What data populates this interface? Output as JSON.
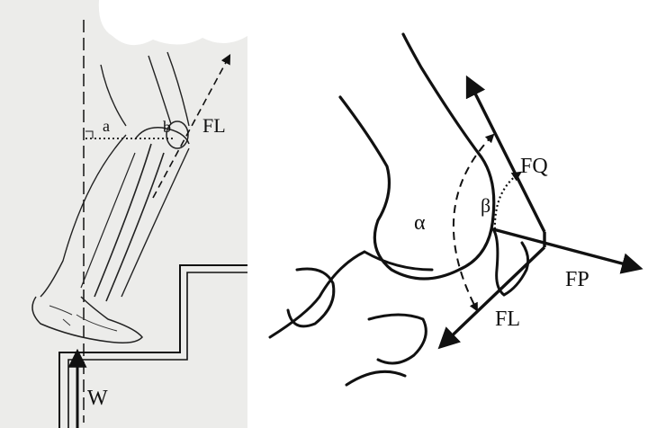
{
  "left_panel": {
    "labels": {
      "a": "a",
      "b": "b",
      "fl": "FL",
      "w": "W"
    }
  },
  "right_panel": {
    "labels": {
      "alpha": "α",
      "beta": "β",
      "fq": "FQ",
      "fp": "FP",
      "fl": "FL"
    }
  },
  "colors": {
    "ink": "#111111",
    "paper_left": "#ececea",
    "background": "#ffffff"
  }
}
